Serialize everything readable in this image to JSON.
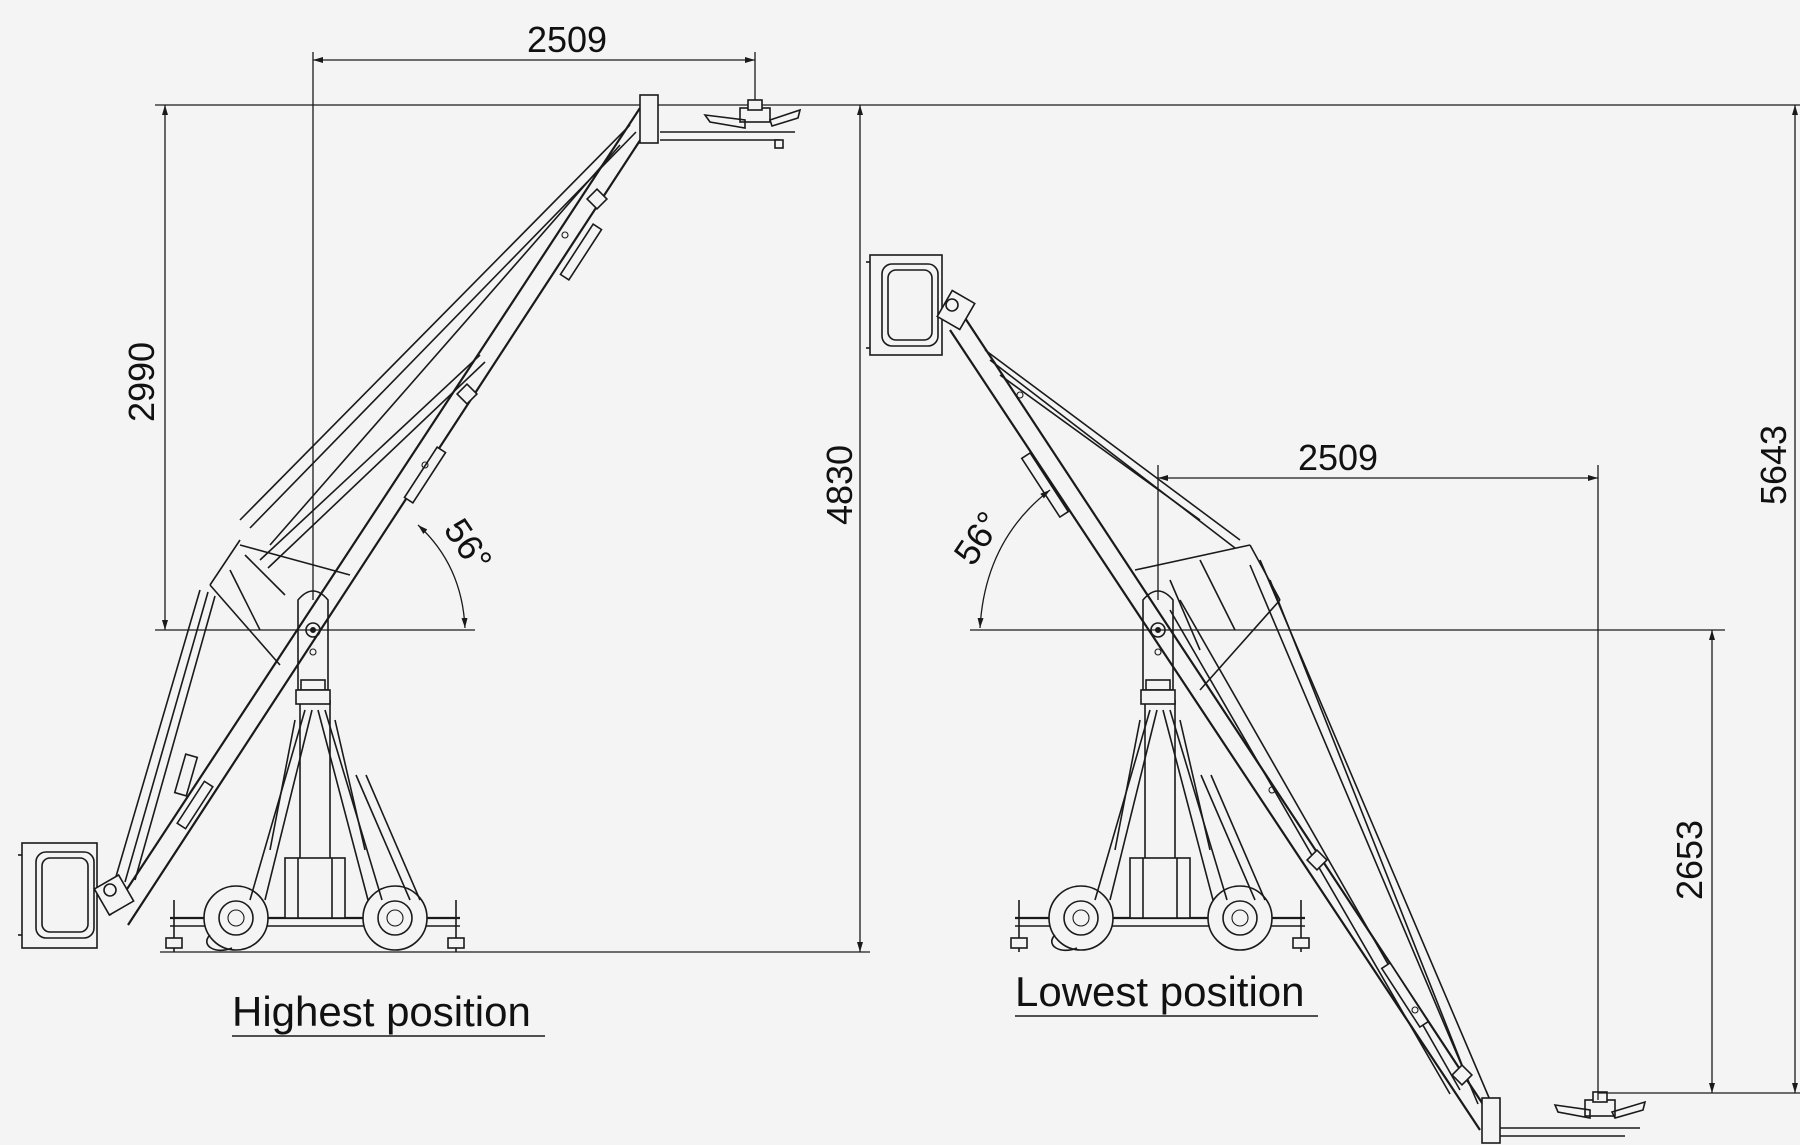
{
  "dimensions": {
    "left_top_reach": "2509",
    "left_boom_height": "2990",
    "left_total_height": "4830",
    "left_angle": "56°",
    "right_reach": "2509",
    "right_total_height": "5643",
    "right_pivot_height": "2653",
    "right_angle": "56°"
  },
  "captions": {
    "highest": "Highest position",
    "lowest": "Lowest position"
  },
  "colors": {
    "background": "#f4f4f4",
    "line": "#1a1a1a"
  }
}
